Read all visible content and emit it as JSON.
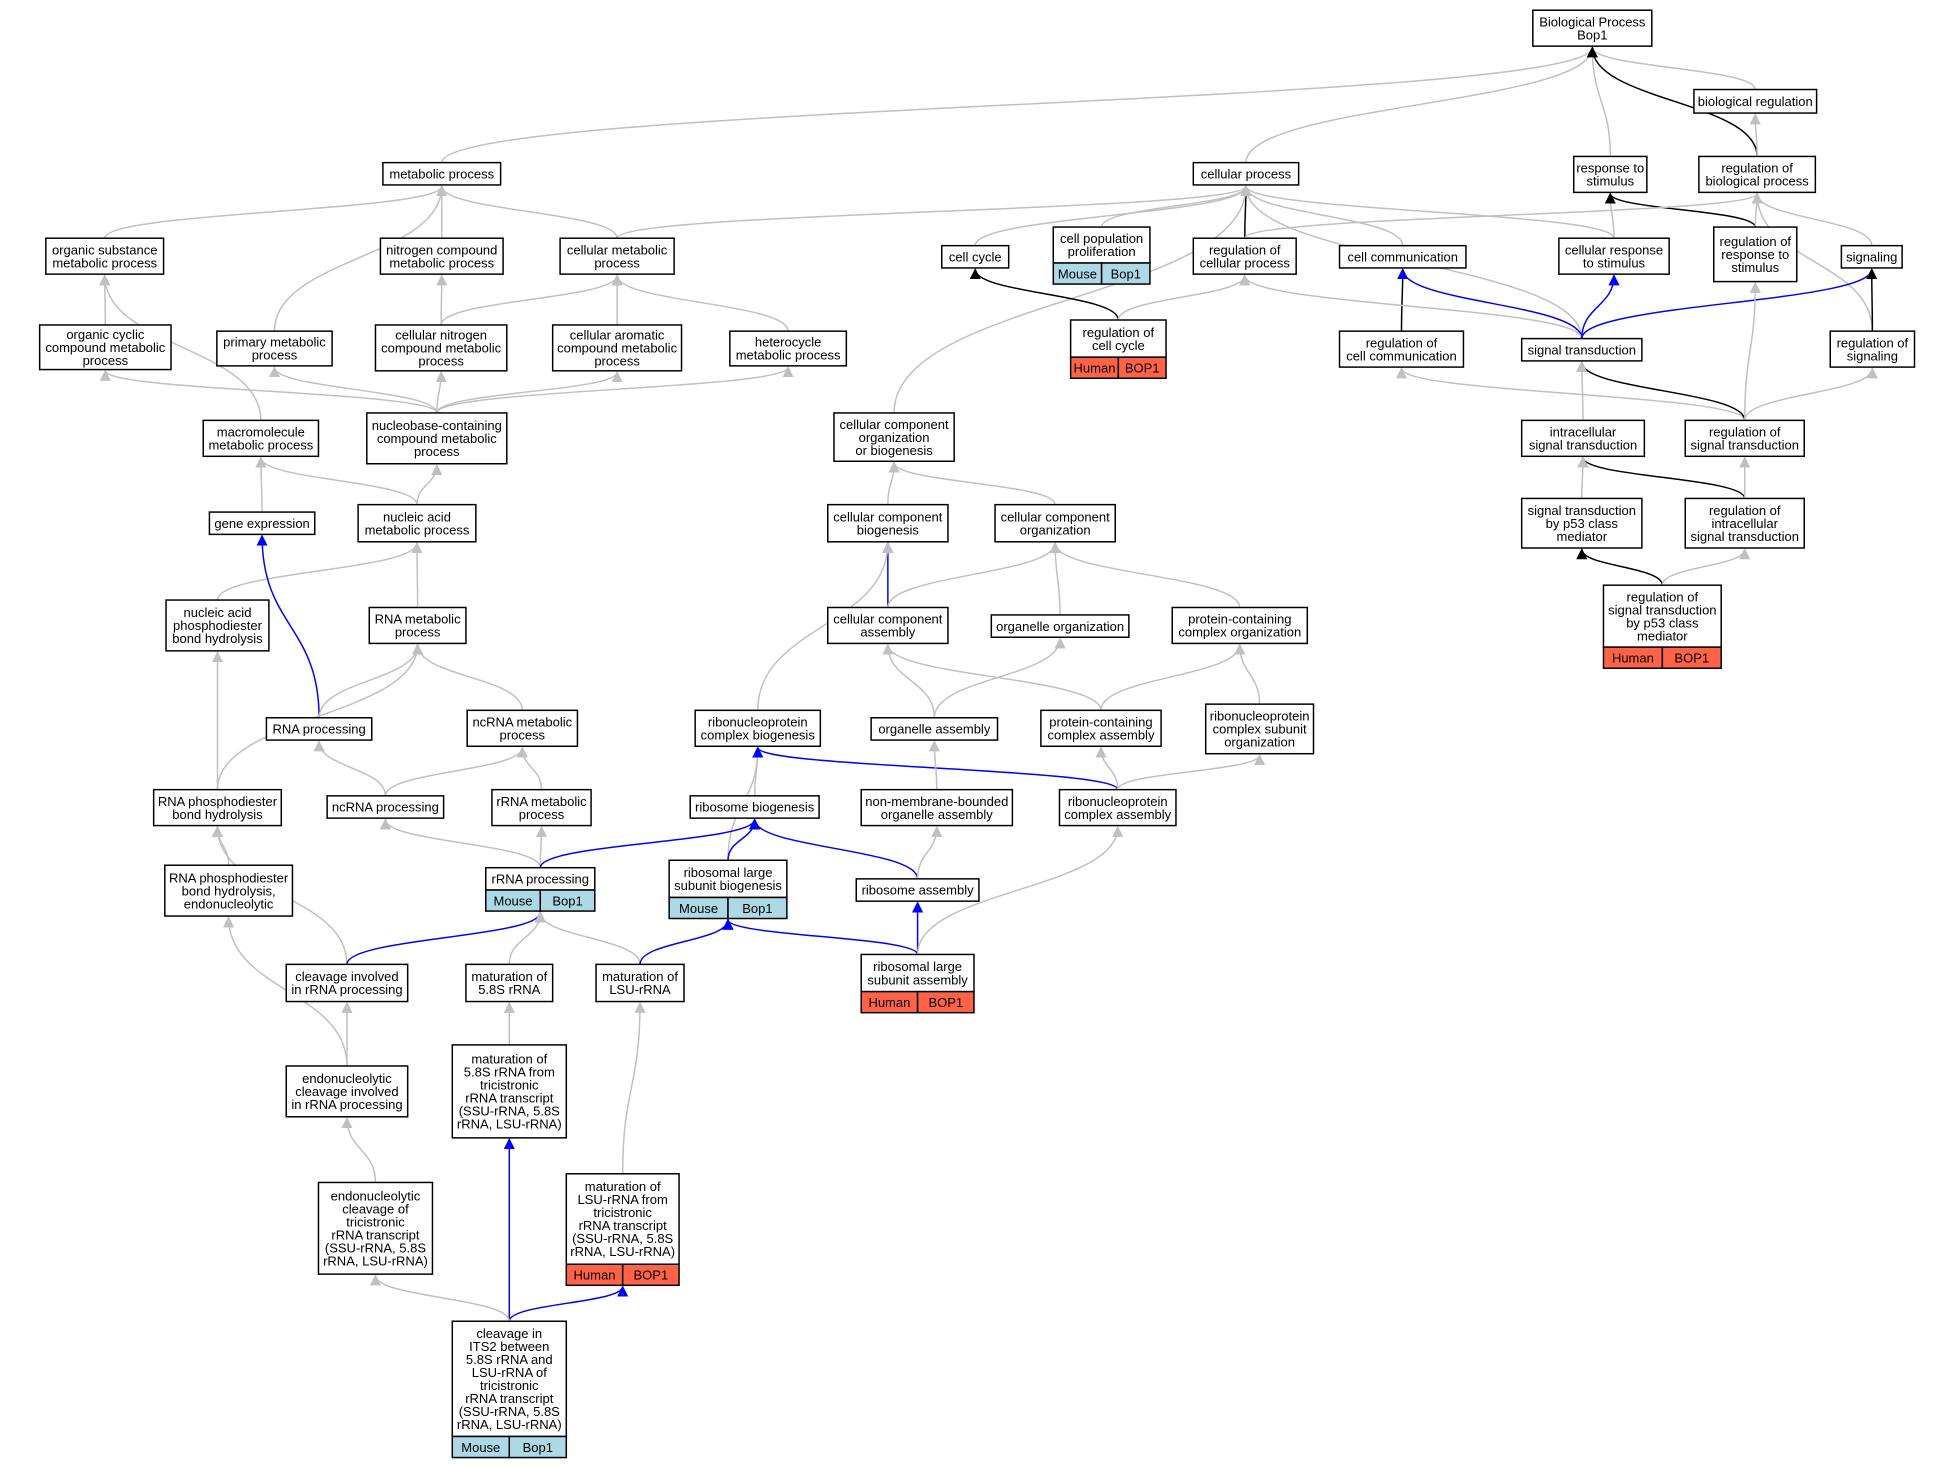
{
  "colors": {
    "gray": "#c0c0c0",
    "black": "#000000",
    "blue": "#0000ff",
    "mouse": "#add8e6",
    "human": "#ff6347"
  },
  "nodes": {
    "bp": {
      "label": [
        "Biological Process",
        "Bop1"
      ]
    },
    "bioreg": {
      "label": [
        "biological regulation"
      ]
    },
    "metab": {
      "label": [
        "metabolic process"
      ]
    },
    "cellproc": {
      "label": [
        "cellular process"
      ]
    },
    "resp": {
      "label": [
        "response to",
        "stimulus"
      ]
    },
    "regbp": {
      "label": [
        "regulation of",
        "biological process"
      ]
    },
    "orgsub": {
      "label": [
        "organic substance",
        "metabolic process"
      ]
    },
    "nitro": {
      "label": [
        "nitrogen compound",
        "metabolic process"
      ]
    },
    "cellmet": {
      "label": [
        "cellular metabolic",
        "process"
      ]
    },
    "cellcycle": {
      "label": [
        "cell cycle"
      ]
    },
    "cellpop": {
      "label": [
        "cell population",
        "proliferation"
      ],
      "annot": {
        "species": "Mouse",
        "gene": "Bop1",
        "type": "mouse"
      }
    },
    "regcp": {
      "label": [
        "regulation of",
        "cellular process"
      ]
    },
    "cellcomm": {
      "label": [
        "cell communication"
      ]
    },
    "cellresp": {
      "label": [
        "cellular response",
        "to stimulus"
      ]
    },
    "regresp": {
      "label": [
        "regulation of",
        "response to",
        "stimulus"
      ]
    },
    "signaling": {
      "label": [
        "signaling"
      ]
    },
    "orgcyc": {
      "label": [
        "organic cyclic",
        "compound metabolic",
        "process"
      ]
    },
    "primary": {
      "label": [
        "primary metabolic",
        "process"
      ]
    },
    "cellnitro": {
      "label": [
        "cellular nitrogen",
        "compound metabolic",
        "process"
      ]
    },
    "cellarom": {
      "label": [
        "cellular aromatic",
        "compound metabolic",
        "process"
      ]
    },
    "hetero": {
      "label": [
        "heterocycle",
        "metabolic process"
      ]
    },
    "regcc": {
      "label": [
        "regulation of",
        "cell cycle"
      ],
      "annot": {
        "species": "Human",
        "gene": "BOP1",
        "type": "human"
      }
    },
    "regcomm": {
      "label": [
        "regulation of",
        "cell communication"
      ]
    },
    "sigtrans": {
      "label": [
        "signal transduction"
      ]
    },
    "regsig": {
      "label": [
        "regulation of",
        "signaling"
      ]
    },
    "macro": {
      "label": [
        "macromolecule",
        "metabolic process"
      ]
    },
    "nucbase": {
      "label": [
        "nucleobase-containing",
        "compound metabolic",
        "process"
      ]
    },
    "ccob": {
      "label": [
        "cellular component",
        "organization",
        "or biogenesis"
      ]
    },
    "intra": {
      "label": [
        "intracellular",
        "signal transduction"
      ]
    },
    "regst": {
      "label": [
        "regulation of",
        "signal transduction"
      ]
    },
    "geneexp": {
      "label": [
        "gene expression"
      ]
    },
    "nucacid": {
      "label": [
        "nucleic acid",
        "metabolic process"
      ]
    },
    "ccbio": {
      "label": [
        "cellular component",
        "biogenesis"
      ]
    },
    "ccorg": {
      "label": [
        "cellular component",
        "organization"
      ]
    },
    "p53": {
      "label": [
        "signal transduction",
        "by p53 class",
        "mediator"
      ]
    },
    "regintra": {
      "label": [
        "regulation of",
        "intracellular",
        "signal transduction"
      ]
    },
    "nucphos": {
      "label": [
        "nucleic acid",
        "phosphodiester",
        "bond hydrolysis"
      ]
    },
    "rnamet": {
      "label": [
        "RNA metabolic",
        "process"
      ]
    },
    "ccasm": {
      "label": [
        "cellular component",
        "assembly"
      ]
    },
    "orgorg": {
      "label": [
        "organelle organization"
      ]
    },
    "pcorg": {
      "label": [
        "protein-containing",
        "complex organization"
      ]
    },
    "regp53": {
      "label": [
        "regulation of",
        "signal transduction",
        "by p53 class",
        "mediator"
      ],
      "annot": {
        "species": "Human",
        "gene": "BOP1",
        "type": "human"
      }
    },
    "rnaproc": {
      "label": [
        "RNA processing"
      ]
    },
    "ncrnamet": {
      "label": [
        "ncRNA metabolic",
        "process"
      ]
    },
    "rnpbio": {
      "label": [
        "ribonucleoprotein",
        "complex biogenesis"
      ]
    },
    "orgasm": {
      "label": [
        "organelle assembly"
      ]
    },
    "pcasm": {
      "label": [
        "protein-containing",
        "complex assembly"
      ]
    },
    "rnpsub": {
      "label": [
        "ribonucleoprotein",
        "complex subunit",
        "organization"
      ]
    },
    "rnaphos": {
      "label": [
        "RNA phosphodiester",
        "bond hydrolysis"
      ]
    },
    "ncrnaproc": {
      "label": [
        "ncRNA processing"
      ]
    },
    "rrnamet": {
      "label": [
        "rRNA metabolic",
        "process"
      ]
    },
    "ribobio": {
      "label": [
        "ribosome biogenesis"
      ]
    },
    "nonmem": {
      "label": [
        "non-membrane-bounded",
        "organelle assembly"
      ]
    },
    "rnpasm": {
      "label": [
        "ribonucleoprotein",
        "complex assembly"
      ]
    },
    "rrnaproc": {
      "label": [
        "rRNA processing"
      ],
      "annot": {
        "species": "Mouse",
        "gene": "Bop1",
        "type": "mouse"
      }
    },
    "rlsb": {
      "label": [
        "ribosomal large",
        "subunit biogenesis"
      ],
      "annot": {
        "species": "Mouse",
        "gene": "Bop1",
        "type": "mouse"
      }
    },
    "riboasm": {
      "label": [
        "ribosome assembly"
      ]
    },
    "rnaphosendo": {
      "label": [
        "RNA phosphodiester",
        "bond hydrolysis,",
        "endonucleolytic"
      ]
    },
    "cleav": {
      "label": [
        "cleavage involved",
        "in rRNA processing"
      ]
    },
    "mat58": {
      "label": [
        "maturation of",
        "5.8S rRNA"
      ]
    },
    "matlsu": {
      "label": [
        "maturation of",
        "LSU-rRNA"
      ]
    },
    "rlsa": {
      "label": [
        "ribosomal large",
        "subunit assembly"
      ],
      "annot": {
        "species": "Human",
        "gene": "BOP1",
        "type": "human"
      }
    },
    "endo": {
      "label": [
        "endonucleolytic",
        "cleavage involved",
        "in rRNA processing"
      ]
    },
    "mat58tri": {
      "label": [
        "maturation of",
        "5.8S rRNA from",
        "tricistronic",
        "rRNA transcript",
        "(SSU-rRNA, 5.8S",
        "rRNA, LSU-rRNA)"
      ]
    },
    "endotri": {
      "label": [
        "endonucleolytic",
        "cleavage of",
        "tricistronic",
        "rRNA transcript",
        "(SSU-rRNA, 5.8S",
        "rRNA, LSU-rRNA)"
      ]
    },
    "matlsutri": {
      "label": [
        "maturation of",
        "LSU-rRNA from",
        "tricistronic",
        "rRNA transcript",
        "(SSU-rRNA, 5.8S",
        "rRNA, LSU-rRNA)"
      ],
      "annot": {
        "species": "Human",
        "gene": "BOP1",
        "type": "human"
      }
    },
    "cleavits2": {
      "label": [
        "cleavage in",
        "ITS2 between",
        "5.8S rRNA and",
        "LSU-rRNA of",
        "tricistronic",
        "rRNA transcript",
        "(SSU-rRNA, 5.8S",
        "rRNA, LSU-rRNA)"
      ],
      "annot": {
        "species": "Mouse",
        "gene": "Bop1",
        "type": "mouse"
      }
    }
  },
  "edges": [
    [
      "metab",
      "bp",
      "gray"
    ],
    [
      "cellproc",
      "bp",
      "gray"
    ],
    [
      "bioreg",
      "bp",
      "gray"
    ],
    [
      "resp",
      "bp",
      "gray"
    ],
    [
      "regbp",
      "bp",
      "black"
    ],
    [
      "regbp",
      "bioreg",
      "gray"
    ],
    [
      "orgsub",
      "metab",
      "gray"
    ],
    [
      "nitro",
      "metab",
      "gray"
    ],
    [
      "cellmet",
      "metab",
      "gray"
    ],
    [
      "primary",
      "metab",
      "gray"
    ],
    [
      "cellmet",
      "cellproc",
      "gray"
    ],
    [
      "cellcycle",
      "cellproc",
      "gray"
    ],
    [
      "cellpop",
      "cellproc",
      "gray"
    ],
    [
      "regcp",
      "cellproc",
      "black"
    ],
    [
      "cellcomm",
      "cellproc",
      "gray"
    ],
    [
      "cellresp",
      "cellproc",
      "gray"
    ],
    [
      "ccob",
      "cellproc",
      "gray"
    ],
    [
      "sigtrans",
      "cellproc",
      "gray"
    ],
    [
      "cellresp",
      "resp",
      "gray"
    ],
    [
      "regresp",
      "resp",
      "black"
    ],
    [
      "regresp",
      "regbp",
      "gray"
    ],
    [
      "signaling",
      "regbp",
      "gray"
    ],
    [
      "regcp",
      "regbp",
      "gray"
    ],
    [
      "regsig",
      "regbp",
      "gray"
    ],
    [
      "orgcyc",
      "orgsub",
      "gray"
    ],
    [
      "macro",
      "orgsub",
      "gray"
    ],
    [
      "cellnitro",
      "nitro",
      "gray"
    ],
    [
      "cellnitro",
      "cellmet",
      "gray"
    ],
    [
      "cellarom",
      "cellmet",
      "gray"
    ],
    [
      "hetero",
      "cellmet",
      "gray"
    ],
    [
      "regcc",
      "cellcycle",
      "black"
    ],
    [
      "regcc",
      "regcp",
      "gray"
    ],
    [
      "regcomm",
      "cellcomm",
      "black"
    ],
    [
      "sigtrans",
      "cellcomm",
      "blue"
    ],
    [
      "sigtrans",
      "regcp",
      "gray"
    ],
    [
      "sigtrans",
      "cellresp",
      "blue"
    ],
    [
      "sigtrans",
      "signaling",
      "blue"
    ],
    [
      "regsig",
      "signaling",
      "black"
    ],
    [
      "nucbase",
      "orgcyc",
      "gray"
    ],
    [
      "nucbase",
      "primary",
      "gray"
    ],
    [
      "nucbase",
      "cellnitro",
      "gray"
    ],
    [
      "nucbase",
      "cellarom",
      "gray"
    ],
    [
      "nucbase",
      "hetero",
      "gray"
    ],
    [
      "regst",
      "regcomm",
      "gray"
    ],
    [
      "regst",
      "sigtrans",
      "black"
    ],
    [
      "regst",
      "regsig",
      "gray"
    ],
    [
      "regst",
      "regresp",
      "gray"
    ],
    [
      "intra",
      "sigtrans",
      "gray"
    ],
    [
      "nucacid",
      "macro",
      "gray"
    ],
    [
      "geneexp",
      "macro",
      "gray"
    ],
    [
      "nucacid",
      "nucbase",
      "gray"
    ],
    [
      "ccbio",
      "ccob",
      "gray"
    ],
    [
      "ccorg",
      "ccob",
      "gray"
    ],
    [
      "regintra",
      "intra",
      "black"
    ],
    [
      "regintra",
      "regst",
      "gray"
    ],
    [
      "p53",
      "intra",
      "gray"
    ],
    [
      "nucphos",
      "nucacid",
      "gray"
    ],
    [
      "rnamet",
      "nucacid",
      "gray"
    ],
    [
      "rnaproc",
      "geneexp",
      "blue"
    ],
    [
      "ccasm",
      "ccbio",
      "blue"
    ],
    [
      "ccasm",
      "ccorg",
      "gray"
    ],
    [
      "orgorg",
      "ccorg",
      "gray"
    ],
    [
      "pcorg",
      "ccorg",
      "gray"
    ],
    [
      "rnpbio",
      "ccbio",
      "gray"
    ],
    [
      "regp53",
      "p53",
      "black"
    ],
    [
      "regp53",
      "regintra",
      "gray"
    ],
    [
      "rnaphos",
      "nucphos",
      "gray"
    ],
    [
      "rnaproc",
      "rnamet",
      "gray"
    ],
    [
      "ncrnamet",
      "rnamet",
      "gray"
    ],
    [
      "rnaphos",
      "rnamet",
      "gray"
    ],
    [
      "orgasm",
      "ccasm",
      "gray"
    ],
    [
      "pcasm",
      "ccasm",
      "gray"
    ],
    [
      "orgasm",
      "orgorg",
      "gray"
    ],
    [
      "pcasm",
      "pcorg",
      "gray"
    ],
    [
      "rnpsub",
      "pcorg",
      "gray"
    ],
    [
      "ncrnaproc",
      "rnaproc",
      "gray"
    ],
    [
      "ncrnaproc",
      "ncrnamet",
      "gray"
    ],
    [
      "rrnamet",
      "ncrnamet",
      "gray"
    ],
    [
      "ribobio",
      "rnpbio",
      "gray"
    ],
    [
      "rlsb",
      "rnpbio",
      "gray"
    ],
    [
      "rnpasm",
      "rnpbio",
      "blue"
    ],
    [
      "nonmem",
      "orgasm",
      "gray"
    ],
    [
      "rnpasm",
      "pcasm",
      "gray"
    ],
    [
      "rnpasm",
      "rnpsub",
      "gray"
    ],
    [
      "rrnaproc",
      "ncrnaproc",
      "gray"
    ],
    [
      "rrnaproc",
      "rrnamet",
      "gray"
    ],
    [
      "rrnaproc",
      "ribobio",
      "blue"
    ],
    [
      "rlsb",
      "ribobio",
      "blue"
    ],
    [
      "riboasm",
      "ribobio",
      "blue"
    ],
    [
      "riboasm",
      "nonmem",
      "gray"
    ],
    [
      "rnaphosendo",
      "rnaphos",
      "gray"
    ],
    [
      "cleav",
      "rnaphos",
      "gray"
    ],
    [
      "cleav",
      "rrnaproc",
      "blue"
    ],
    [
      "mat58",
      "rrnaproc",
      "gray"
    ],
    [
      "matlsu",
      "rrnaproc",
      "gray"
    ],
    [
      "matlsu",
      "rlsb",
      "blue"
    ],
    [
      "rlsa",
      "rlsb",
      "blue"
    ],
    [
      "rlsa",
      "riboasm",
      "blue"
    ],
    [
      "rlsa",
      "rnpasm",
      "gray"
    ],
    [
      "endo",
      "cleav",
      "gray"
    ],
    [
      "endo",
      "rnaphosendo",
      "gray"
    ],
    [
      "mat58tri",
      "mat58",
      "gray"
    ],
    [
      "matlsutri",
      "matlsu",
      "gray"
    ],
    [
      "endotri",
      "endo",
      "gray"
    ],
    [
      "cleavits2",
      "mat58tri",
      "blue"
    ],
    [
      "cleavits2",
      "matlsutri",
      "blue"
    ],
    [
      "cleavits2",
      "endotri",
      "gray"
    ]
  ]
}
